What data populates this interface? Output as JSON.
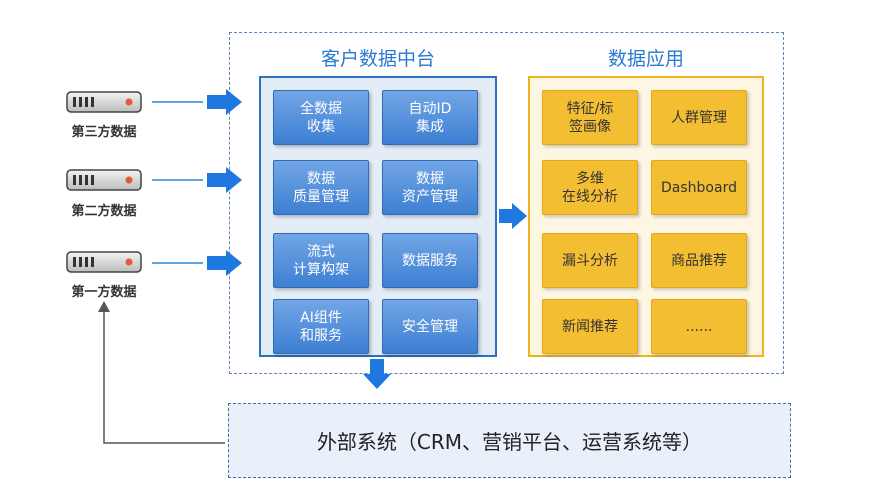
{
  "sources": [
    {
      "label": "第三方数据",
      "icon": "server-icon"
    },
    {
      "label": "第二方数据",
      "icon": "server-icon"
    },
    {
      "label": "第一方数据",
      "icon": "server-icon"
    }
  ],
  "cdp": {
    "title": "客户数据中台",
    "modules": [
      "全数据\n收集",
      "自动ID\n集成",
      "数据\n质量管理",
      "数据\n资产管理",
      "流式\n计算构架",
      "数据服务",
      "AI组件\n和服务",
      "安全管理"
    ]
  },
  "apps": {
    "title": "数据应用",
    "modules": [
      "特征/标\n签画像",
      "人群管理",
      "多维\n在线分析",
      "Dashboard",
      "漏斗分析",
      "商品推荐",
      "新闻推荐",
      "......"
    ]
  },
  "external": {
    "label": "外部系统（CRM、营销平台、运营系统等）"
  },
  "colors": {
    "blue_accent": "#2b7ad1",
    "arrow_blue": "#1f78e0",
    "app_border": "#f0b21f",
    "app_box": "#f3be32"
  }
}
